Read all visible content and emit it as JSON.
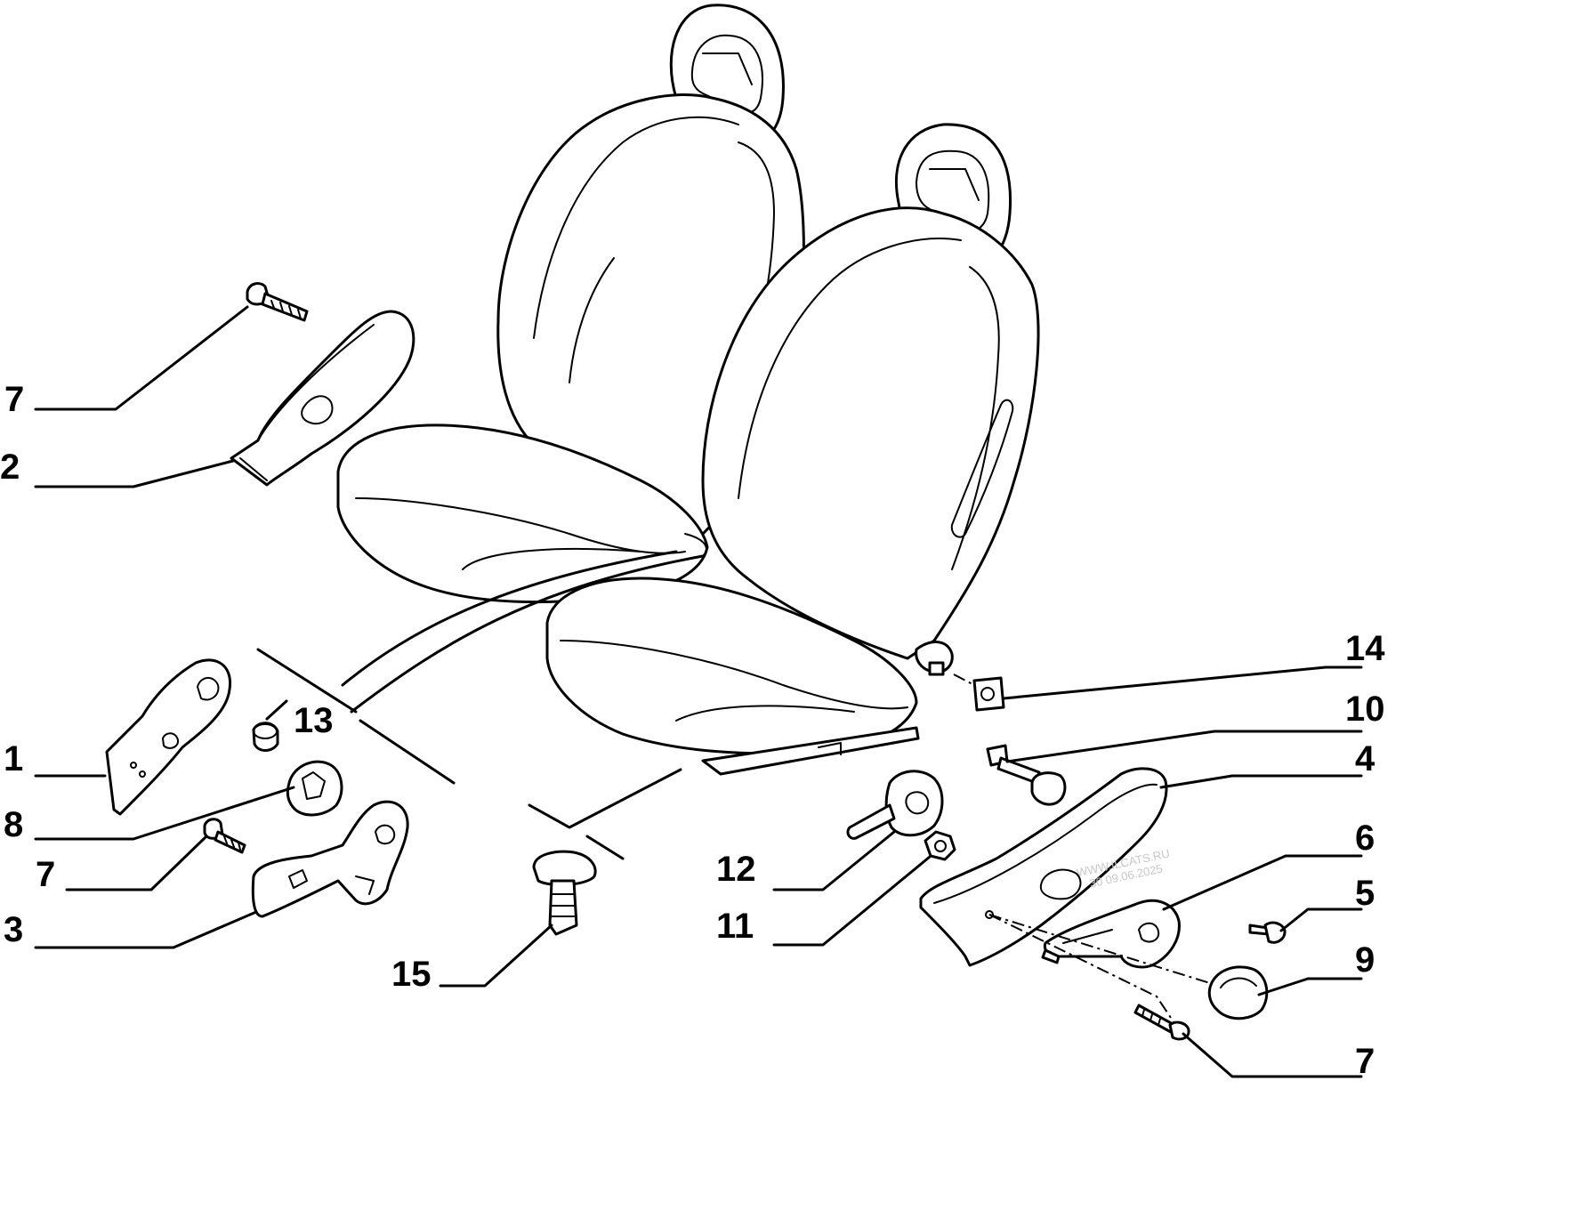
{
  "labels": {
    "l7a": "7",
    "l2": "2",
    "l1": "1",
    "l13": "13",
    "l8": "8",
    "l7b": "7",
    "l3": "3",
    "l15": "15",
    "l12": "12",
    "l11": "11",
    "l14": "14",
    "l10": "10",
    "l4": "4",
    "l6": "6",
    "l5": "5",
    "l9": "9",
    "l7c": "7"
  },
  "watermark": {
    "line1": "WWW.ILCATS.RU",
    "line2": "30 09.06.2025"
  }
}
